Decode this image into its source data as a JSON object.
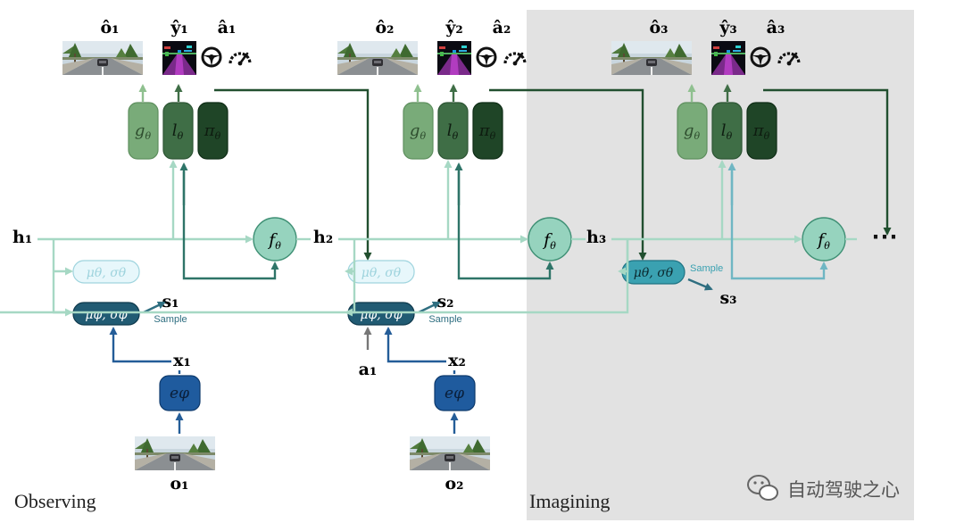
{
  "phases": {
    "observing": "Observing",
    "imagining": "Imagining"
  },
  "steps": [
    {
      "obs_hat": "ô₁",
      "seg_hat": "ŷ₁",
      "act_hat": "â₁",
      "decoders": [
        "g",
        "l",
        "π"
      ],
      "decoder_sub": "θ",
      "hidden": "h₁",
      "transition": "f",
      "prior": "μθ, σθ",
      "posterior": "μφ, σφ",
      "sample_state": "s₁",
      "sample_word": "Sample",
      "feature": "x₁",
      "encoder": "eφ",
      "observation": "o₁"
    },
    {
      "obs_hat": "ô₂",
      "seg_hat": "ŷ₂",
      "act_hat": "â₂",
      "decoders": [
        "g",
        "l",
        "π"
      ],
      "decoder_sub": "θ",
      "hidden": "h₂",
      "transition": "f",
      "prior": "μθ, σθ",
      "posterior": "μφ, σφ",
      "sample_state": "s₂",
      "sample_word": "Sample",
      "feature": "x₂",
      "action_in": "a₁",
      "encoder": "eφ",
      "observation": "o₂"
    },
    {
      "obs_hat": "ô₃",
      "seg_hat": "ŷ₃",
      "act_hat": "â₃",
      "decoders": [
        "g",
        "l",
        "π"
      ],
      "decoder_sub": "θ",
      "hidden": "h₃",
      "transition": "f",
      "prior": "μθ, σθ",
      "sample_state": "s₃",
      "sample_word": "Sample"
    }
  ],
  "ellipsis": "⋯",
  "watermark": "自动驾驶之心",
  "colors": {
    "decoder_g": "#79ab79",
    "decoder_l": "#3f6e46",
    "decoder_pi": "#1f4527",
    "transition": "#96d3be",
    "posterior": "#215b73",
    "prior_faint": "#e7f7fb",
    "prior_active": "#3aa1b1",
    "encoder": "#1f5b9e",
    "arrow_light": "#a6d8c4",
    "arrow_teal": "#2e7468",
    "arrow_dark": "#214f2f",
    "arrow_blue": "#245d98",
    "arrow_prior": "#6fb6c3",
    "imagine_bg": "#e2e2e2"
  }
}
